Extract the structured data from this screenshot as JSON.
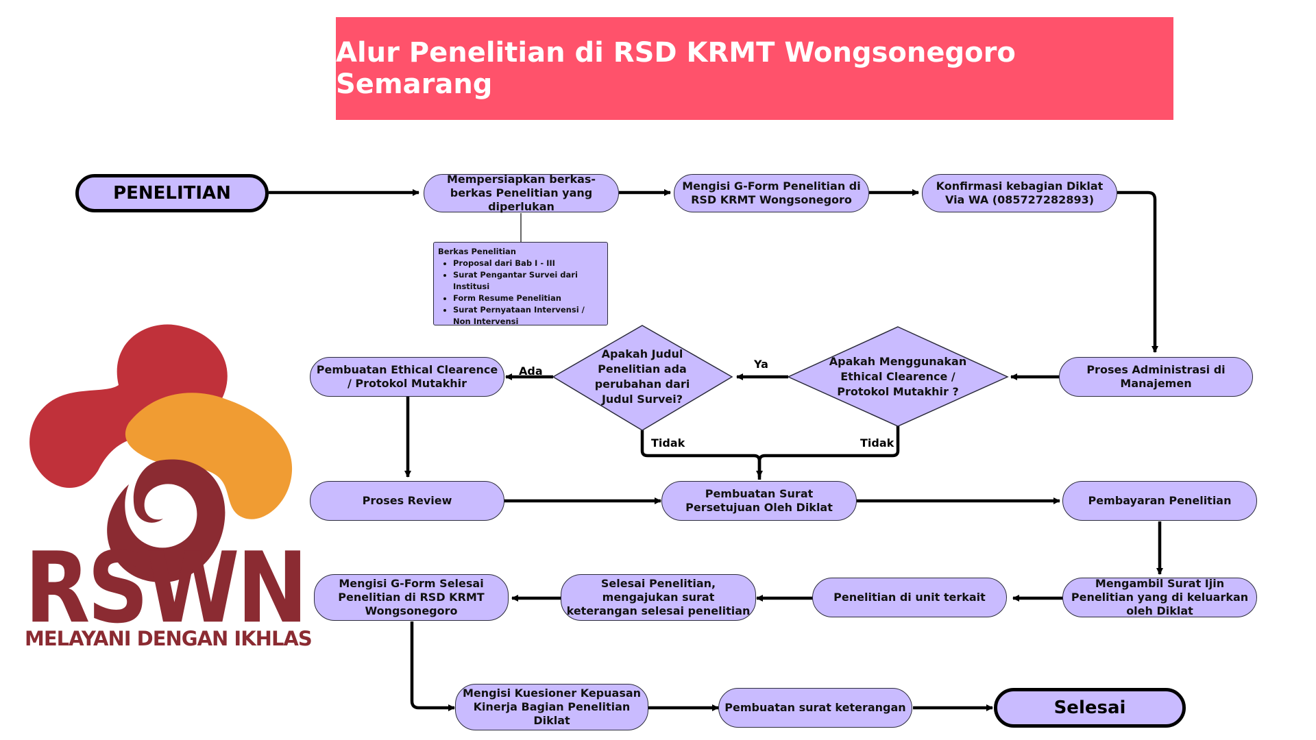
{
  "title": "Alur Penelitian di RSD KRMT Wongsonegoro Semarang",
  "logo": {
    "name": "RSWN",
    "tagline": "MELAYANI DENGAN IKHLAS"
  },
  "nodes": {
    "start": "PENELITIAN",
    "prepare": "Mempersiapkan berkas-berkas Penelitian yang diperlukan",
    "gform": "Mengisi G-Form Penelitian di RSD KRMT Wongsonegoro",
    "confirm": "Konfirmasi kebagian Diklat Via WA (085727282893)",
    "admin": "Proses Administrasi di Manajemen",
    "q_ethical": "Apakah Menggunakan Ethical Clearence / Protokol Mutakhir ?",
    "q_title": "Apakah Judul Penelitian ada perubahan dari Judul Survei?",
    "ethical": "Pembuatan Ethical Clearence / Protokol Mutakhir",
    "review": "Proses Review",
    "approval": "Pembuatan Surat Persetujuan Oleh Diklat",
    "payment": "Pembayaran Penelitian",
    "permit": "Mengambil Surat Ijin Penelitian yang di keluarkan oleh Diklat",
    "unit": "Penelitian di unit terkait",
    "finish_letter": "Selesai Penelitian, mengajukan surat keterangan selesai penelitian",
    "gform_done": "Mengisi G-Form Selesai Penelitian di RSD KRMT Wongsonegoro",
    "survey": "Mengisi Kuesioner Kepuasan Kinerja Bagian Penelitian Diklat",
    "certificate": "Pembuatan surat keterangan",
    "end": "Selesai"
  },
  "note": {
    "title": "Berkas Penelitian",
    "items": [
      "Proposal dari Bab I - III",
      "Surat Pengantar Survei dari Institusi",
      "Form Resume Penelitian",
      "Surat Pernyataan Intervensi / Non Intervensi"
    ]
  },
  "labels": {
    "yes": "Ya",
    "changed": "Ada",
    "no_left": "Tidak",
    "no_right": "Tidak"
  },
  "colors": {
    "banner": "#ff526b",
    "node_fill": "#c9bbff",
    "logo_red": "#c0313a",
    "logo_orange": "#f09c33",
    "logo_maroon": "#8b2b32"
  }
}
